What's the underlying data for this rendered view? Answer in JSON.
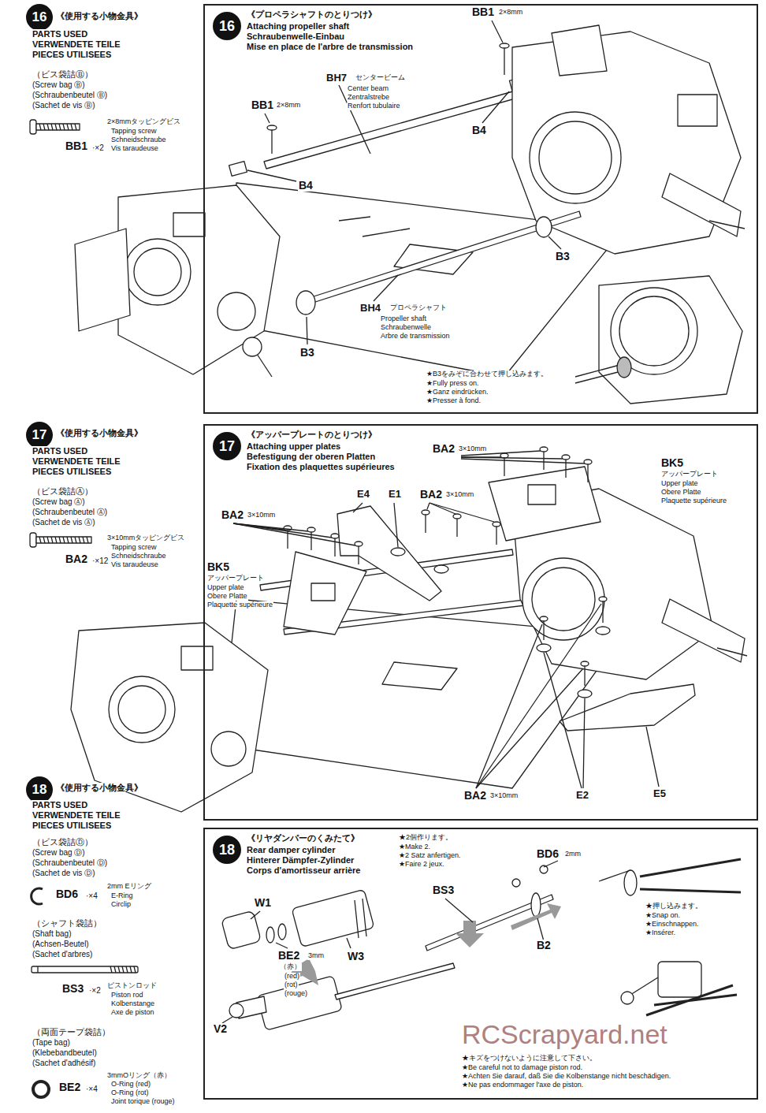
{
  "diagram": {
    "nodes": [
      {
        "text": [
          "16"
        ]
      },
      {
        "text": [
          "《プロペラシャフトのとりつけ》",
          "Attaching propeller shaft",
          "Schraubenwelle-Einbau",
          "Mise en place de l'arbre de transmission"
        ]
      },
      {
        "text": [
          "16"
        ],
        "in": 1
      },
      {
        "text": [
          "17"
        ]
      },
      {
        "text": [
          "《アッパープレートのとりつけ》",
          "Attaching upper plates",
          "Befestigung der oberen Platten",
          "Fixation des plaquettes supérieures"
        ]
      },
      {
        "text": [
          "17"
        ],
        "in": 4
      },
      {
        "text": [
          "18"
        ]
      },
      {
        "text": [
          "《リヤダンパーのくみたて》",
          "Rear damper cylinder",
          "Hinterer Dämpfer-Zylinder",
          "Corps d'amortisseur arrière"
        ]
      },
      {
        "text": [
          "18"
        ],
        "in": 7
      }
    ],
    "labels": [
      "《使用する小物金具》",
      "PARTS USED",
      "VERWENDETE TEILE",
      "PIECES UTILISEES",
      "（ビス袋詰Ⓑ）",
      "(Screw bag Ⓑ)",
      "(Schraubenbeutel Ⓑ)",
      "(Sachet de vis Ⓑ)",
      "2×8mmタッピングビス",
      "Tapping screw",
      "Schneidschraube",
      "Vis taraudeuse",
      "BB1",
      "·×2",
      "BB1",
      "2×8mm",
      "BH7",
      "センタービーム",
      "Center beam",
      "Zentralstrebe",
      "Renfort tubulaire",
      "BB1",
      "2×8mm",
      "B4",
      "B4",
      "B3",
      "B3",
      "BH4",
      "プロペラシャフト",
      "Propeller shaft",
      "Schraubenwelle",
      "Arbre de transmission",
      "★B3をみぞに合わせて押し込みます。",
      "★Fully press on.",
      "★Ganz eindrücken.",
      "★Presser à fond.",
      "《使用する小物金具》",
      "PARTS USED",
      "VERWENDETE TEILE",
      "PIECES UTILISEES",
      "（ビス袋詰Ⓐ）",
      "(Screw bag Ⓐ)",
      "(Schraubenbeutel Ⓐ)",
      "(Sachet de vis Ⓐ)",
      "3×10mmタッピングビス",
      "Tapping screw",
      "Schneidschraube",
      "Vis taraudeuse",
      "BA2",
      "·×12",
      "BA2",
      "3×10mm",
      "BK5",
      "アッパープレート",
      "Upper plate",
      "Obere Platte",
      "Plaquette supérieure",
      "E4",
      "E1",
      "BA2",
      "3×10mm",
      "BA2",
      "3×10mm",
      "BK5",
      "アッパープレート",
      "Upper plate",
      "Obere Platte",
      "Plaquette supérieure",
      "BA2",
      "3×10mm",
      "E2",
      "E5",
      "《使用する小物金具》",
      "PARTS USED",
      "VERWENDETE TEILE",
      "PIECES UTILISEES",
      "（ビス袋詰Ⓓ）",
      "(Screw bag Ⓓ)",
      "(Schraubenbeutel Ⓓ)",
      "(Sachet de vis Ⓓ)",
      "2mm Eリング",
      "E-Ring",
      "Circlip",
      "BD6",
      "·×4",
      "（シャフト袋詰）",
      "(Shaft bag)",
      "(Achsen-Beutel)",
      "(Sachet d'arbres)",
      "BS3",
      "·×2",
      "ピストンロッド",
      "Piston rod",
      "Kolbenstange",
      "Axe de piston",
      "（両面テープ袋詰）",
      "(Tape bag)",
      "(Klebebandbeutel)",
      "(Sachet d'adhésif)",
      "BE2",
      "·×4",
      "3mmOリング（赤）",
      "O-Ring (red)",
      "O-Ring (rot)",
      "Joint torique (rouge)",
      "★2個作ります。",
      "★Make 2.",
      "★2 Satz anfertigen.",
      "★Faire 2 jeux.",
      "BD6",
      "2mm",
      "BS3",
      "B2",
      "W1",
      "W3",
      "BE2",
      "3mm",
      "（赤）",
      "(red)",
      "(rot)",
      "(rouge)",
      "V2",
      "★押し込みます。",
      "★Snap on.",
      "★Einschnappen.",
      "★Insérer.",
      "★キズをつけないように注意して下さい。",
      "★Be careful not to damage piston rod.",
      "★Achten Sie darauf, daß Sie die Kolbenstange nicht beschädigen.",
      "★Ne pas endommager l'axe de piston.",
      "RCScrapyard.net"
    ]
  }
}
